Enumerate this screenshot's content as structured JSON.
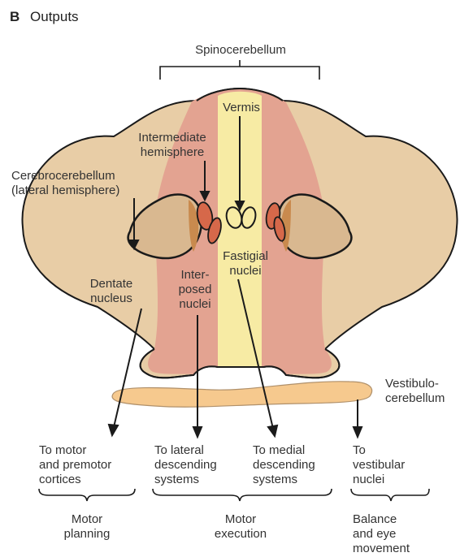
{
  "panel": {
    "letter": "B",
    "title": "Outputs"
  },
  "labels": {
    "spinocerebellum": "Spinocerebellum",
    "vermis": "Vermis",
    "intermediate": [
      "Intermediate",
      "hemisphere"
    ],
    "cerebrocerebellum": [
      "Cerebrocerebellum",
      "(lateral hemisphere)"
    ],
    "fastigial": [
      "Fastigial",
      "nuclei"
    ],
    "dentate": [
      "Dentate",
      "nucleus"
    ],
    "interposed": [
      "Inter-",
      "posed",
      "nuclei"
    ],
    "vestibulocerebellum": [
      "Vestibulo-",
      "cerebellum"
    ]
  },
  "targets": [
    [
      "To motor",
      "and premotor",
      "cortices"
    ],
    [
      "To lateral",
      "descending",
      "systems"
    ],
    [
      "To medial",
      "descending",
      "systems"
    ],
    [
      "To",
      "vestibular",
      "nuclei"
    ]
  ],
  "functions": [
    [
      "Motor",
      "planning"
    ],
    [
      "Motor",
      "execution"
    ],
    [
      "Balance",
      "and eye",
      "movement"
    ]
  ],
  "colors": {
    "lateral": "#e8cda6",
    "intermediate": "#e3a391",
    "vermis": "#f7eba4",
    "nucleus_region": "#d9b890",
    "dentate_edge": "#c98a4e",
    "interposed": "#d6684a",
    "vestibulo": "#f6c98e",
    "outline": "#1a1a1a"
  }
}
